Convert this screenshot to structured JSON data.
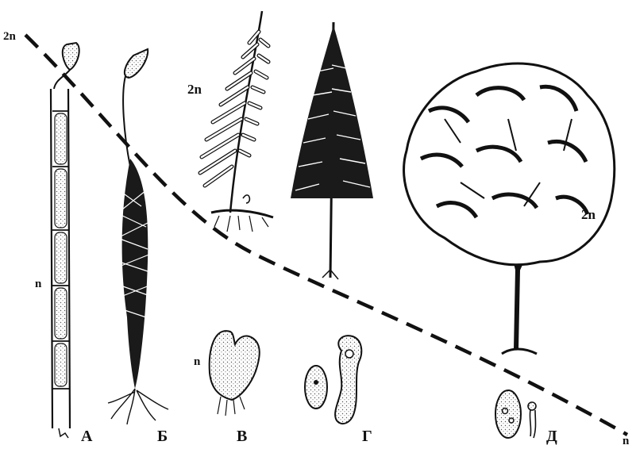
{
  "gradient_line": {
    "start_label": "2n",
    "end_label": "n",
    "color": "#111111"
  },
  "panels": [
    {
      "id": "A",
      "letter": "А",
      "ploidy_label": "n",
      "icon": "algal-filament-with-sporangium-icon"
    },
    {
      "id": "B",
      "letter": "Б",
      "icon": "moss-with-capsule-icon"
    },
    {
      "id": "V",
      "letter": "В",
      "ploidy_label": "n",
      "icon": "fern-prothallus-icon"
    },
    {
      "id": "G",
      "letter": "Г",
      "icon": "spore-and-germinating-cell-icon"
    },
    {
      "id": "D",
      "letter": "Д",
      "icon": "pollen-grain-and-pollen-tube-icon"
    }
  ],
  "upper_labels": {
    "fern": "2n",
    "tree": "2n"
  },
  "upper_icons": [
    "fern-frond-icon",
    "conifer-tree-icon",
    "deciduous-tree-icon"
  ],
  "colors": {
    "ink": "#111111",
    "paper": "#ffffff",
    "stipple": "#555555"
  }
}
